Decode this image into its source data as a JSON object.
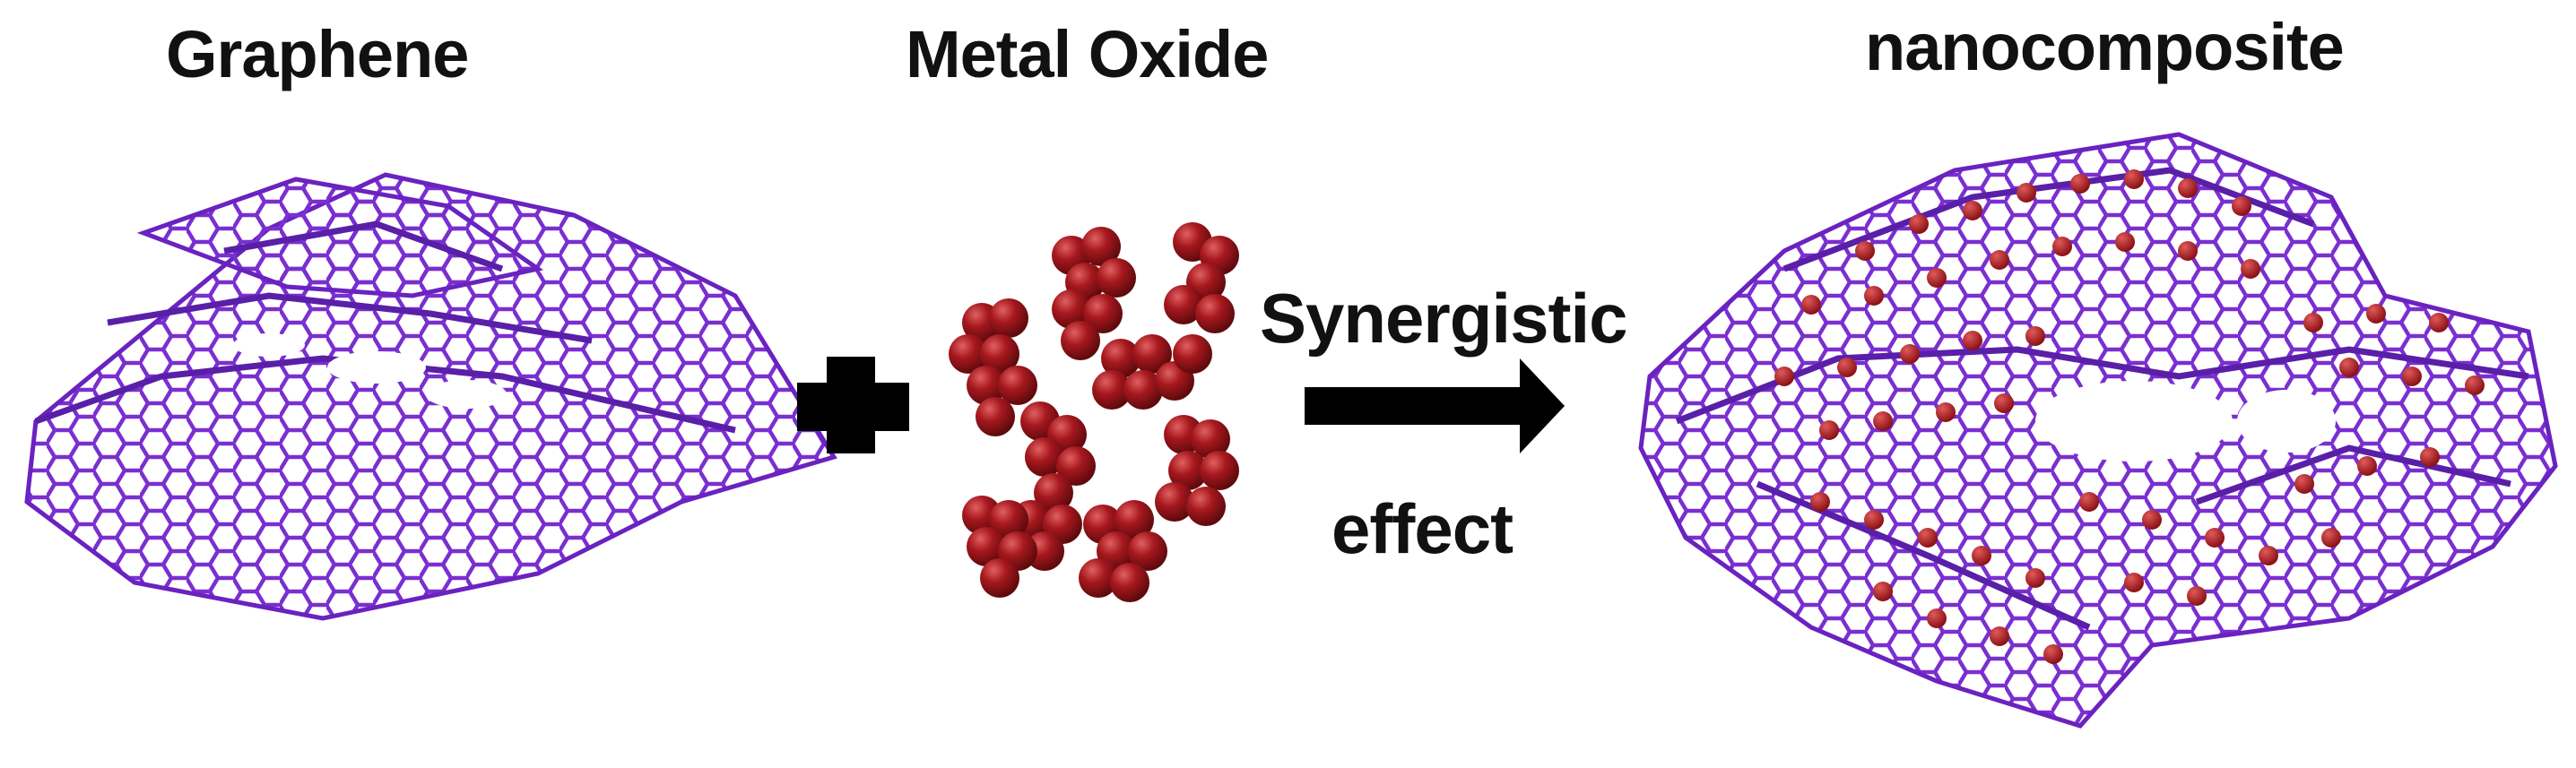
{
  "labels": {
    "graphene": "Graphene",
    "metal_oxide": "Metal Oxide",
    "nanocomposite": "nanocomposite",
    "synergistic": "Synergistic",
    "effect": "effect"
  },
  "colors": {
    "lattice": "#7a2fd0",
    "lattice_dark": "#5a1fa8",
    "oxide": "#a6181e",
    "oxide_highlight": "#d44a4a",
    "oxide_shadow": "#5e0a0d",
    "arrow": "#000000",
    "text": "#111111"
  },
  "icons": {
    "plus": "plus-icon",
    "arrow": "arrow-right-icon"
  }
}
